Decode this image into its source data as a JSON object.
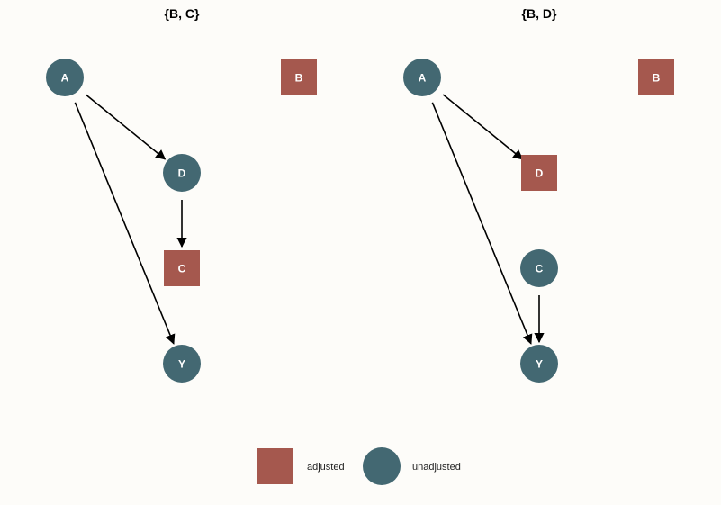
{
  "colors": {
    "adjusted": "#a5584e",
    "unadjusted": "#436872",
    "edge": "#000000",
    "background": "#fdfcf9"
  },
  "panels": [
    {
      "title": "{B, C}",
      "nodes": [
        {
          "id": "A",
          "status": "unadjusted",
          "col": 0,
          "row": 0
        },
        {
          "id": "B",
          "status": "adjusted",
          "col": 2,
          "row": 0
        },
        {
          "id": "D",
          "status": "unadjusted",
          "col": 1,
          "row": 1
        },
        {
          "id": "C",
          "status": "adjusted",
          "col": 1,
          "row": 2
        },
        {
          "id": "Y",
          "status": "unadjusted",
          "col": 1,
          "row": 3
        }
      ],
      "edges": [
        {
          "from": "A",
          "to": "D"
        },
        {
          "from": "A",
          "to": "Y"
        },
        {
          "from": "D",
          "to": "C"
        }
      ]
    },
    {
      "title": "{B, D}",
      "nodes": [
        {
          "id": "A",
          "status": "unadjusted",
          "col": 0,
          "row": 0
        },
        {
          "id": "B",
          "status": "adjusted",
          "col": 2,
          "row": 0
        },
        {
          "id": "D",
          "status": "adjusted",
          "col": 1,
          "row": 1
        },
        {
          "id": "C",
          "status": "unadjusted",
          "col": 1,
          "row": 2
        },
        {
          "id": "Y",
          "status": "unadjusted",
          "col": 1,
          "row": 3
        }
      ],
      "edges": [
        {
          "from": "A",
          "to": "D"
        },
        {
          "from": "A",
          "to": "Y"
        },
        {
          "from": "C",
          "to": "Y"
        }
      ]
    }
  ],
  "legend": {
    "items": [
      {
        "status": "adjusted",
        "label": "adjusted"
      },
      {
        "status": "unadjusted",
        "label": "unadjusted"
      }
    ]
  }
}
